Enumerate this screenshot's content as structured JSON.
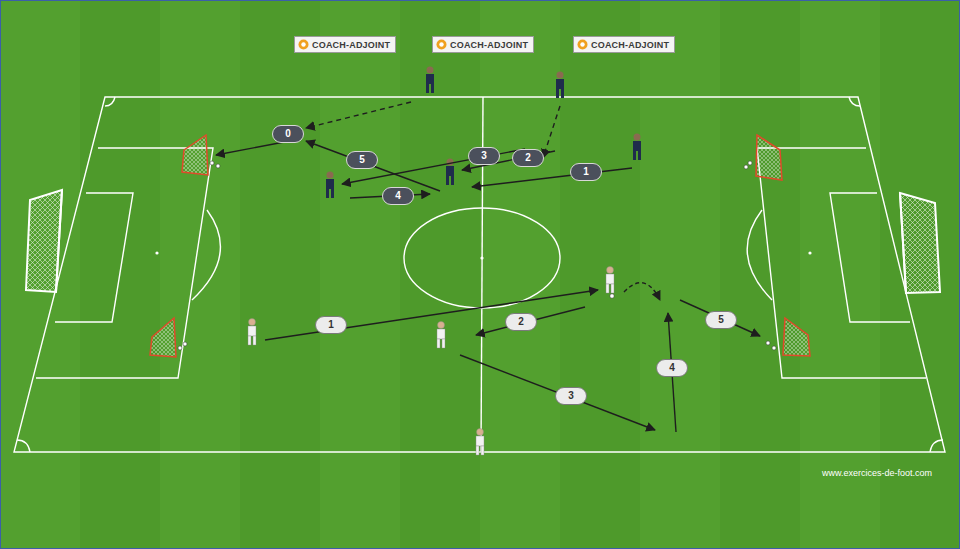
{
  "diagram": {
    "nodes": [
      {
        "text": [
          "COACH-ADJOINT"
        ]
      },
      {
        "text": [
          "COACH-ADJOINT"
        ]
      },
      {
        "text": [
          "COACH-ADJOINT"
        ]
      }
    ],
    "labels": [
      "0",
      "5",
      "3",
      "2",
      "1",
      "4",
      "1",
      "2",
      "3",
      "4",
      "5",
      "www.exercices-de-foot.com"
    ]
  }
}
